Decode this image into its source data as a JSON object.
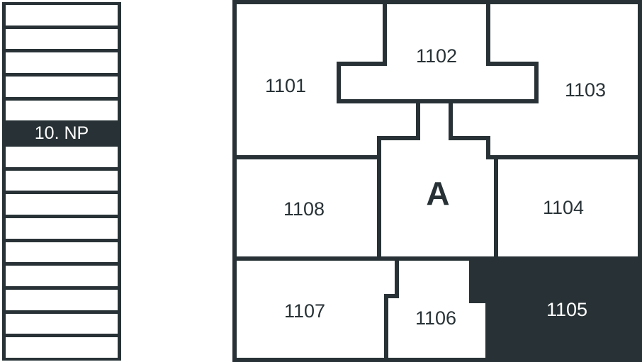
{
  "floor_selector": {
    "floors_above": 5,
    "floors_below": 9,
    "active_label": "10. NP"
  },
  "plan": {
    "core_label": "A",
    "units": {
      "u1101": {
        "label": "1101",
        "selected": false
      },
      "u1102": {
        "label": "1102",
        "selected": false
      },
      "u1103": {
        "label": "1103",
        "selected": false
      },
      "u1104": {
        "label": "1104",
        "selected": false
      },
      "u1105": {
        "label": "1105",
        "selected": true
      },
      "u1106": {
        "label": "1106",
        "selected": false
      },
      "u1107": {
        "label": "1107",
        "selected": false
      },
      "u1108": {
        "label": "1108",
        "selected": false
      }
    }
  },
  "colors": {
    "wall": "#283236",
    "selected": "#283236",
    "background": "#ffffff"
  }
}
